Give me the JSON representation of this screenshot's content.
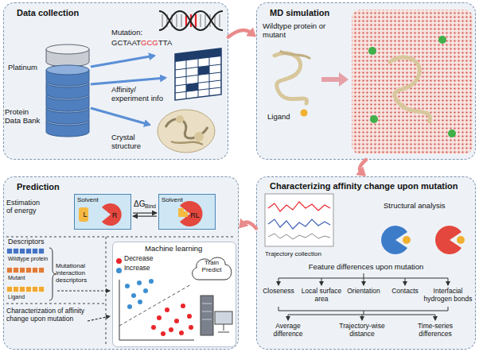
{
  "diagram": {
    "nodes": [
      {
        "text": [
          "Data collection"
        ]
      },
      {
        "text": [
          "MD simulation"
        ]
      },
      {
        "text": [
          "Characterizing affinity change upon mutation"
        ]
      },
      {
        "text": [
          "Prediction"
        ]
      },
      {
        "text": [
          "Solvent",
          "L",
          "R"
        ],
        "in": 3
      },
      {
        "text": [
          "Solvent",
          "RL"
        ],
        "in": 3
      },
      {
        "text": [
          "Machine learning"
        ],
        "in": 3
      },
      {
        "text": [
          "Train Predict"
        ],
        "in": 6
      }
    ],
    "edges": [
      {
        "from": 0,
        "to": 1,
        "arrow": "to"
      },
      {
        "from": 1,
        "to": 2,
        "arrow": "to"
      },
      {
        "from": 2,
        "to": 3,
        "arrow": "to"
      },
      {
        "from": 4,
        "to": 5,
        "label": "ΔG",
        "arrow": "both"
      }
    ],
    "labels": [
      "Platinum",
      "Protein Data Bank",
      "Mutation:",
      "GCTAAT",
      "GCG",
      "TTA",
      "Affinity/ experiment info",
      "Crystal structure",
      "Wildtype protein or mutant",
      "Ligand",
      "Trajectory collection",
      "Structural analysis",
      "Feature differences upon mutation",
      "Closeness",
      "Local surface area",
      "Orientation",
      "Contacts",
      "Interfacial hydrogen bonds",
      "Average difference",
      "Trajectory-wise distance",
      "Time-series differences",
      "Estimation of energy",
      "Bind",
      "Descriptors",
      "Wildtype protein",
      "Mutant",
      "Ligand",
      "Mutational interaction descriptors",
      "Characterization of affinity change upon mutation"
    ],
    "legend": [
      {
        "text": "Decrease",
        "color": "#e8262b"
      },
      {
        "text": "Increase",
        "color": "#3d8fd1"
      }
    ]
  }
}
